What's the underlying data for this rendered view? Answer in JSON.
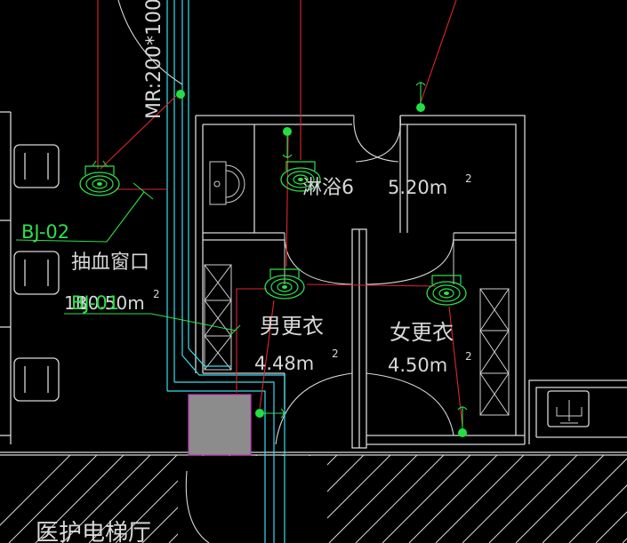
{
  "labels": {
    "tag_bj02": "BJ-02",
    "tag_bj01": "BJ-01",
    "tag_1b": "1B",
    "area_1b_value": "10.50m",
    "sup_2": "2",
    "blood_window": "抽血窗口",
    "pipe_tag": "MR:200*100",
    "room_shower": "淋浴6",
    "room_shower_area": "5.20m",
    "room_male": "男更衣",
    "room_male_area": "4.48m",
    "room_female": "女更衣",
    "room_female_area": "4.50m",
    "hall": "医护电梯厅"
  },
  "colors": {
    "wall": "#d8d8d8",
    "pipe": "#33e0ef",
    "wire": "#e0262a",
    "device": "#2ee04a",
    "column": "#8c8c8c",
    "column_edge": "#c43ab7"
  },
  "icons": [
    "ceiling-detector-icon",
    "sink-icon",
    "chair-icon",
    "door-swing-icon",
    "pull-station-icon"
  ]
}
